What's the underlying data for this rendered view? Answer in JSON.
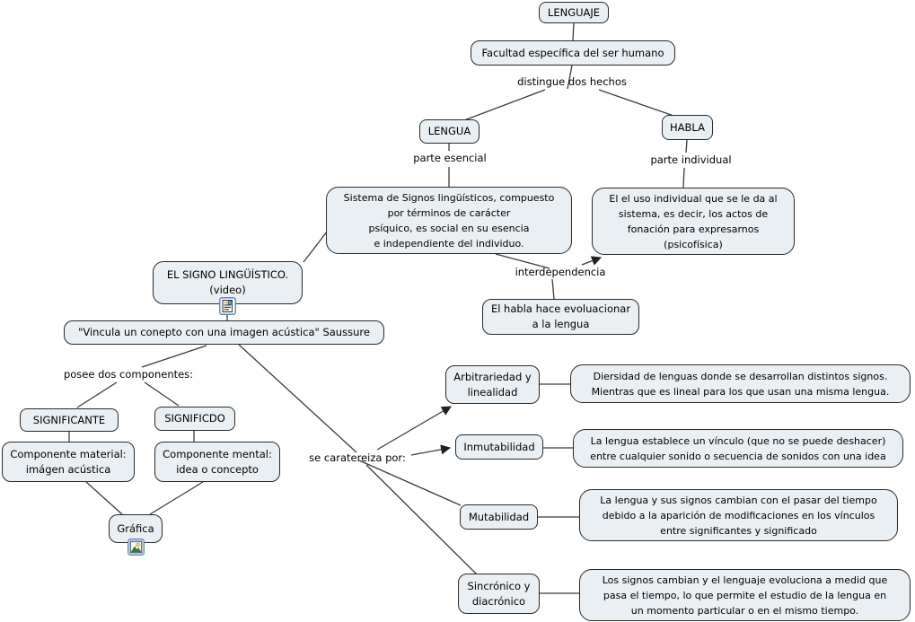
{
  "diagram": {
    "type": "concept-map",
    "language": "es",
    "topic": "LENGUAJE",
    "background": "#ffffff"
  },
  "colors": {
    "node_fill": "#e9eff3",
    "node_border": "#2a2a2a",
    "connector": "#3b3b3b",
    "icon_border_blue": "#5c85c7",
    "icon_mountain_green": "#2e7d32",
    "icon_sun_yellow": "#ffd633"
  },
  "nodes": {
    "lenguaje": {
      "text": "LENGUAJE"
    },
    "facultad": {
      "text": "Facultad específica del ser humano"
    },
    "lengua": {
      "text": "LENGUA"
    },
    "habla": {
      "text": "HABLA"
    },
    "sistema": {
      "text": "Sistema de Signos lingüísticos, compuesto\npor términos de carácter\npsíquico, es social en su esencia\ne independiente del individuo."
    },
    "uso": {
      "text": "El el uso individual que se le da al\nsistema, es decir, los actos de\nfonación para expresarnos\n(psicofísica)"
    },
    "evolucionar": {
      "text": "El habla hace evoluacionar\na la lengua"
    },
    "signo": {
      "text": "EL SIGNO LINGÜÍSTICO.\n(video)"
    },
    "vincula": {
      "text": "\"Vincula un conepto con una imagen acústica\" Saussure"
    },
    "significante": {
      "text": "SIGNIFICANTE"
    },
    "significdo": {
      "text": "SIGNIFICDO"
    },
    "comp_material": {
      "text": "Componente material:\nimágen acústica"
    },
    "comp_mental": {
      "text": "Componente mental:\nidea o concepto"
    },
    "grafica": {
      "text": "Gráfica"
    },
    "arbitrariedad": {
      "text": "Arbitrariedad y\nlinealidad"
    },
    "inmutabilidad": {
      "text": "Inmutabilidad"
    },
    "mutabilidad": {
      "text": "Mutabilidad"
    },
    "sincronico": {
      "text": "Sincrónico y\ndiacrónico"
    },
    "desc_arbitrariedad": {
      "text": "Diersidad de lenguas donde se desarrollan distintos signos.\nMientras que es lineal para los que usan una misma lengua."
    },
    "desc_inmutabilidad": {
      "text": "La lengua establece un vínculo (que no se puede deshacer)\nentre cualquier sonido o secuencia de sonidos con una idea"
    },
    "desc_mutabilidad": {
      "text": "La lengua y sus signos cambian con el pasar del tiempo\ndebido a la aparición de modificaciones en los vínculos\nentre significantes y significado"
    },
    "desc_sincronico": {
      "text": "Los signos cambian y el lenguaje evoluciona a medid que\npasa el tiempo, lo que permite el estudio de la lengua en\nun momento particular o en el mismo tiempo."
    }
  },
  "labels": {
    "distingue": "distingue dos hechos",
    "parte_esencial": "parte esencial",
    "parte_individual": "parte individual",
    "interdependencia": "interdependencia",
    "posee": "posee dos componentes:",
    "caracteriza": "se caratereiza por:"
  },
  "icons": {
    "signo_resource": "video-resource-icon",
    "grafica_resource": "image-resource-icon"
  }
}
